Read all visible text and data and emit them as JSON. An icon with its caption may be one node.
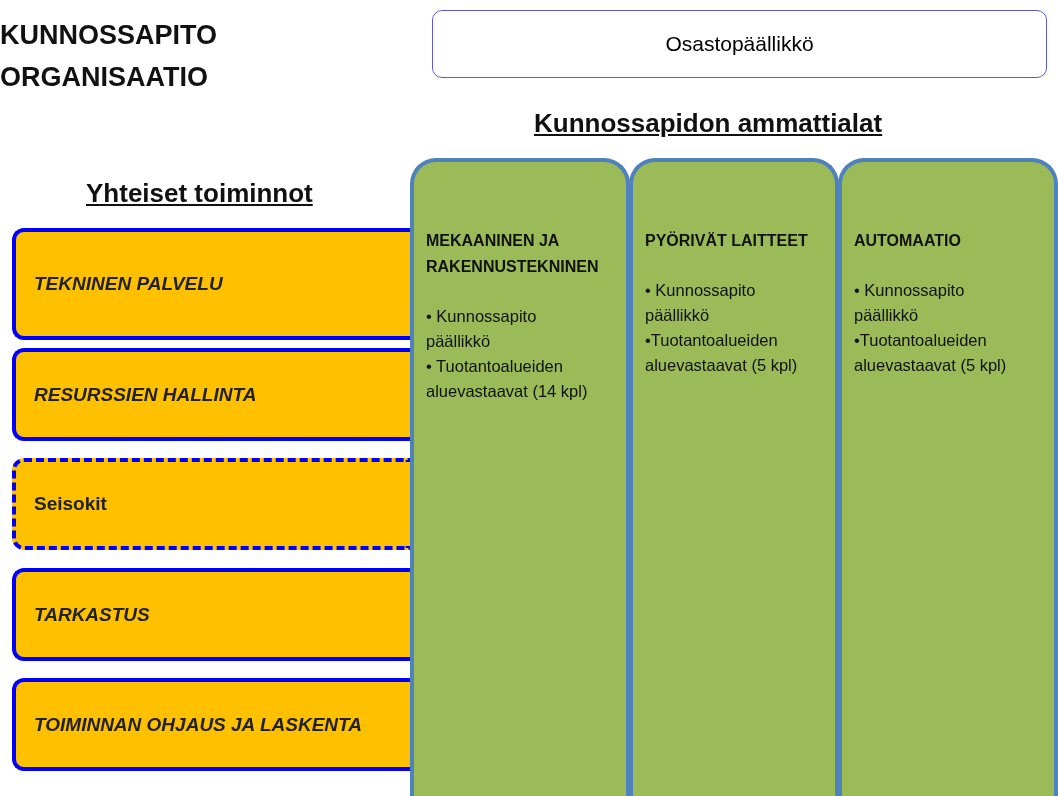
{
  "diagram": {
    "title": "KUNNOSSAPITO ORGANISAATIO",
    "nodes": [
      {
        "text": [
          "Osastopäällikkö"
        ]
      },
      {
        "text": [
          "MEKAANINEN JA RAKENNUSTEKNINEN",
          "• Kunnossapito päällikkö",
          "• Tuotantoalueiden aluevastaavat (14 kpl)"
        ]
      },
      {
        "text": [
          "PYÖRIVÄT LAITTEET",
          "• Kunnossapito päällikkö",
          "•Tuotantoalueiden aluevastaavat (5 kpl)"
        ]
      },
      {
        "text": [
          "AUTOMAATIO",
          "• Kunnossapito päällikkö",
          "•Tuotantoalueiden aluevastaavat (5 kpl)"
        ]
      },
      {
        "text": [
          "TEKNINEN PALVELU"
        ]
      },
      {
        "text": [
          "RESURSSIEN HALLINTA"
        ]
      },
      {
        "text": [
          "Seisokit"
        ]
      },
      {
        "text": [
          "TARKASTUS"
        ]
      },
      {
        "text": [
          "TOIMINNAN OHJAUS JA LASKENTA"
        ]
      }
    ],
    "labels": [
      "Kunnossapidon ammattialat",
      "Yhteiset toiminnot"
    ]
  }
}
